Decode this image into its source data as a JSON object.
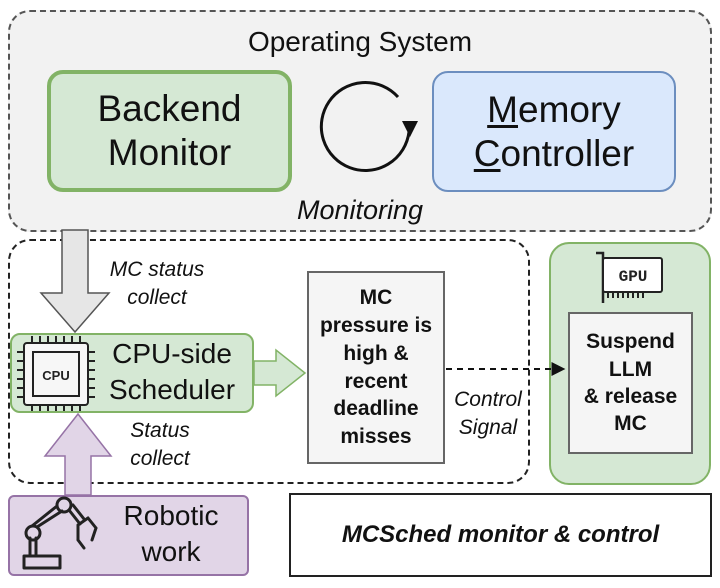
{
  "os": {
    "title": "Operating System",
    "loop_label": "Monitoring"
  },
  "backend_monitor": {
    "line1": "Backend",
    "line2": "Monitor"
  },
  "memory_controller": {
    "line1_first": "M",
    "line1_rest": "emory",
    "line2_first": "C",
    "line2_rest": "ontroller"
  },
  "arrows": {
    "mc_status": {
      "line1": "MC status",
      "line2": "collect"
    },
    "status": {
      "line1": "Status",
      "line2": "collect"
    },
    "control": {
      "line1": "Control",
      "line2": "Signal"
    }
  },
  "cpu_scheduler": {
    "line1": "CPU-side",
    "line2": "Scheduler",
    "chip_text": "CPU"
  },
  "condition": {
    "line1": "MC",
    "line2": "pressure is",
    "line3": "high &",
    "line4": "recent",
    "line5": "deadline",
    "line6": "misses"
  },
  "gpu": {
    "chip_text": "GPU",
    "action": {
      "line1": "Suspend",
      "line2": "LLM",
      "line3": "& release",
      "line4": "MC"
    }
  },
  "robotic_work": {
    "line1": "Robotic",
    "line2": "work"
  },
  "legend": {
    "text": "MCSched monitor & control"
  },
  "colors": {
    "green_fill": "#d5e8d4",
    "green_stroke": "#82b366",
    "blue_fill": "#dae8fc",
    "blue_stroke": "#6c8ebf",
    "purple_fill": "#e1d5e7",
    "purple_stroke": "#9673a6",
    "grey_fill": "#f5f5f5",
    "grey_stroke": "#666666"
  }
}
